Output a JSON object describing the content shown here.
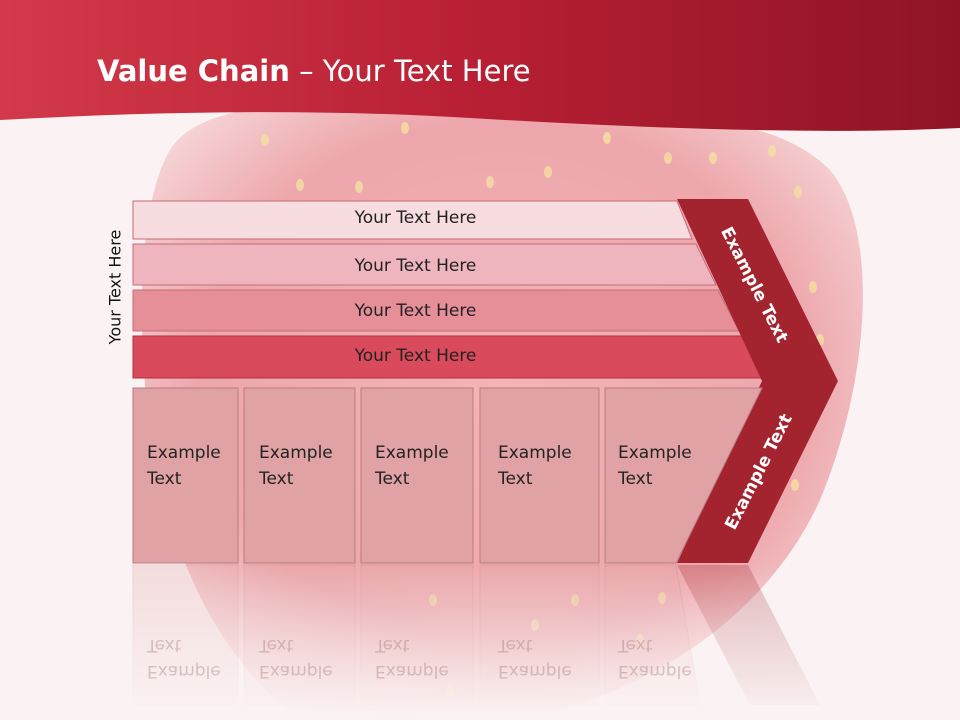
{
  "slide": {
    "title_bold": "Value Chain",
    "title_rest": " – Your Text Here",
    "side_label": "Your Text Here",
    "bars": [
      {
        "label": "Your Text Here",
        "color": "#f7dce0"
      },
      {
        "label": "Your Text Here",
        "color": "#efb5bf"
      },
      {
        "label": "Your Text Here",
        "color": "#e78f99"
      },
      {
        "label": "Your Text Here",
        "color": "#d94a5c"
      }
    ],
    "boxes": [
      {
        "line1": "Example",
        "line2": "Text"
      },
      {
        "line1": "Example",
        "line2": "Text"
      },
      {
        "line1": "Example",
        "line2": "Text"
      },
      {
        "line1": "Example",
        "line2": "Text"
      },
      {
        "line1": "Example",
        "line2": "Text"
      }
    ],
    "chevron_top_label": "Example Text",
    "chevron_bottom_label": "Example Text",
    "colors": {
      "header": "#c42a3e",
      "chevron": "#a3232f",
      "box": "#e0a2a5"
    }
  }
}
